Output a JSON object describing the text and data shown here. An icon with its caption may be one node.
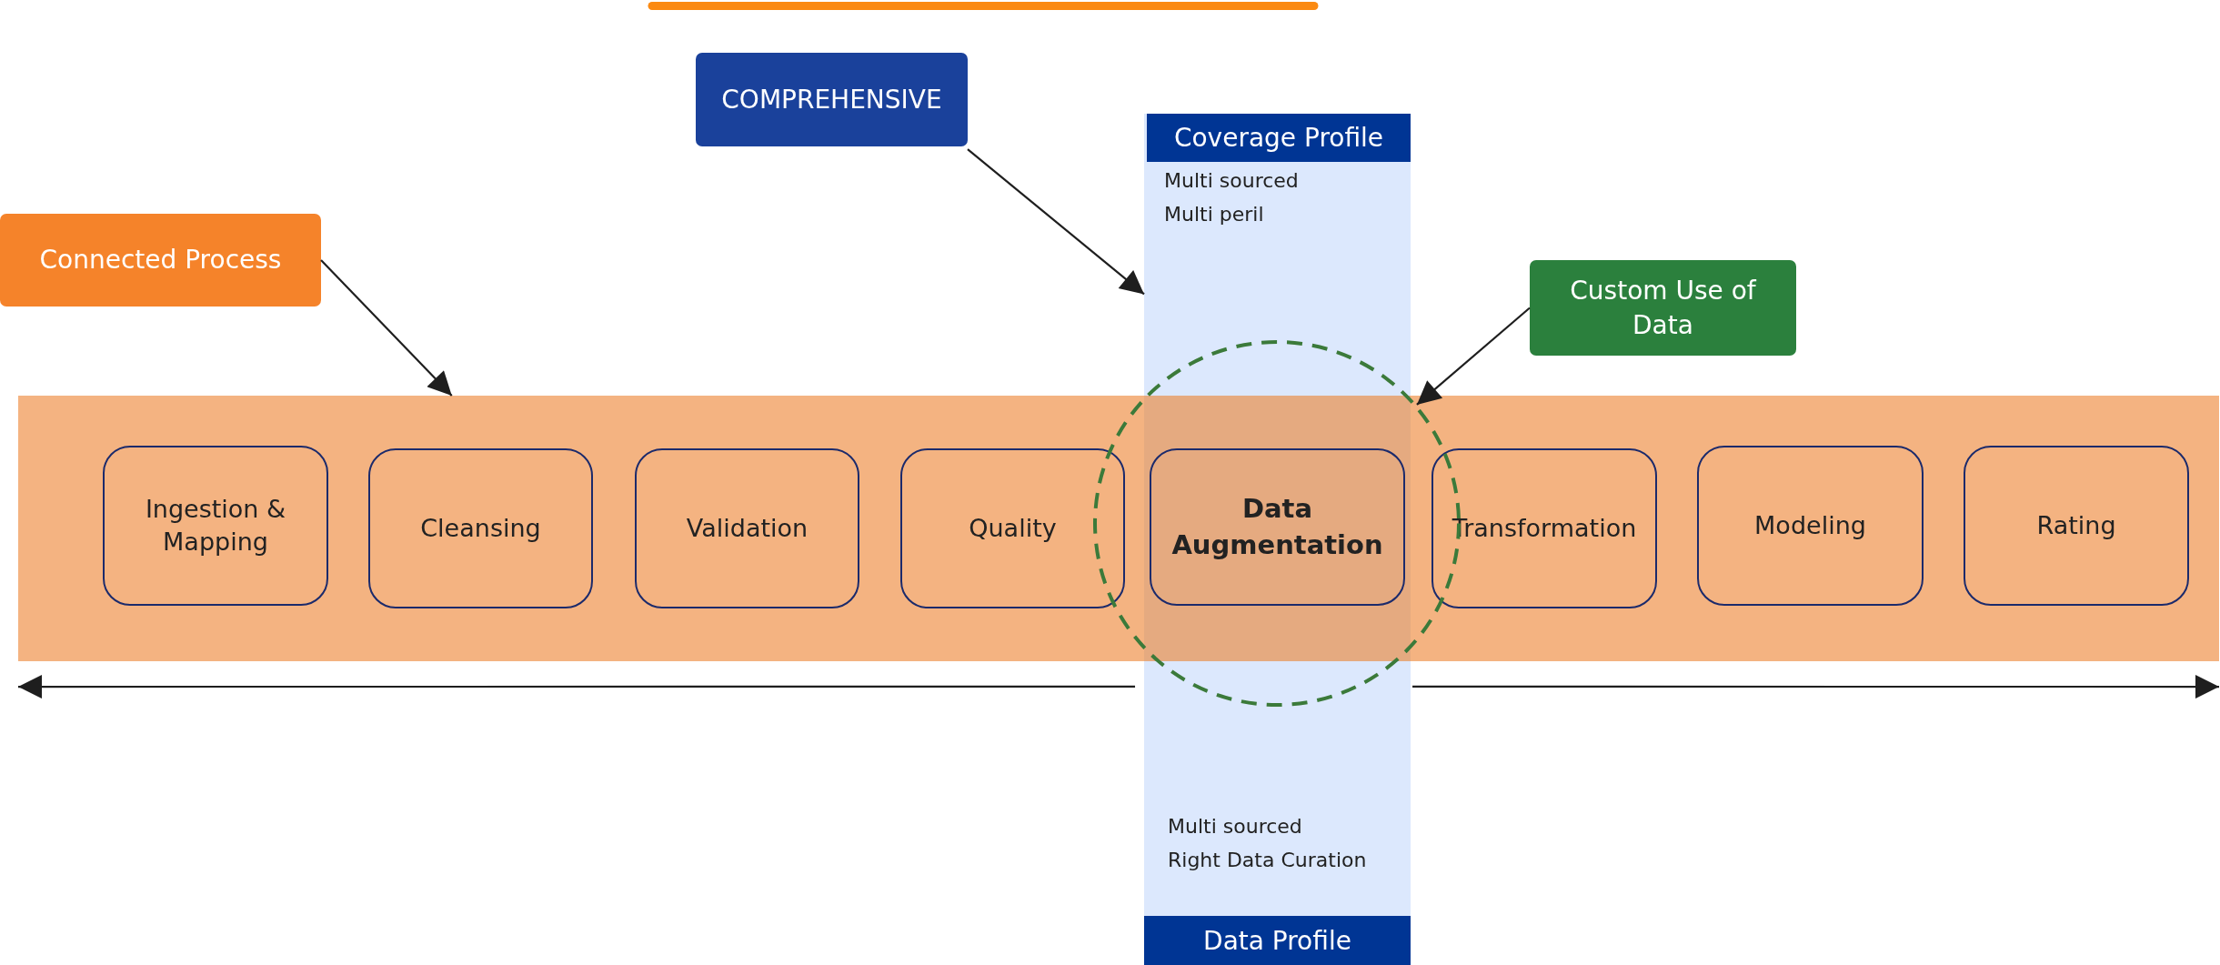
{
  "diagram": {
    "nodes": [
      {
        "text": [
          "COMPREHENSIVE"
        ]
      },
      {
        "text": [
          "Multi sourced",
          "Multi peril",
          "Multi sourced",
          "Right Data Curation"
        ]
      },
      {
        "text": [
          "Coverage Profile"
        ],
        "in": 1
      },
      {
        "text": [
          "Connected Process"
        ]
      },
      {
        "text": [
          "Custom Use of Data"
        ]
      },
      {
        "text": [],
        "shape": "circle"
      },
      {
        "text": [],
        "shape": "bar"
      },
      {
        "text": [
          "Ingestion & Mapping"
        ],
        "in": 6
      },
      {
        "text": [
          "Cleansing"
        ],
        "in": 6
      },
      {
        "text": [
          "Validation"
        ],
        "in": 6
      },
      {
        "text": [
          "Quality"
        ],
        "in": 6
      },
      {
        "text": [
          "Data Augmentation"
        ]
      },
      {
        "text": [
          "Transformation"
        ],
        "in": 6
      },
      {
        "text": [
          "Modeling"
        ],
        "in": 6
      },
      {
        "text": [
          "Rating"
        ],
        "in": 6
      },
      {
        "text": [
          "Data Profile"
        ],
        "in": 1
      }
    ],
    "edges": [
      {
        "from": 3,
        "to": 6,
        "arrow": "to"
      },
      {
        "from": 0,
        "to": 1,
        "arrow": "to"
      },
      {
        "from": 4,
        "to": 5,
        "arrow": "to"
      },
      {
        "from": 1,
        "to": 6,
        "arrow": "to"
      },
      {
        "from": 1,
        "to": 6,
        "arrow": "to"
      }
    ]
  }
}
